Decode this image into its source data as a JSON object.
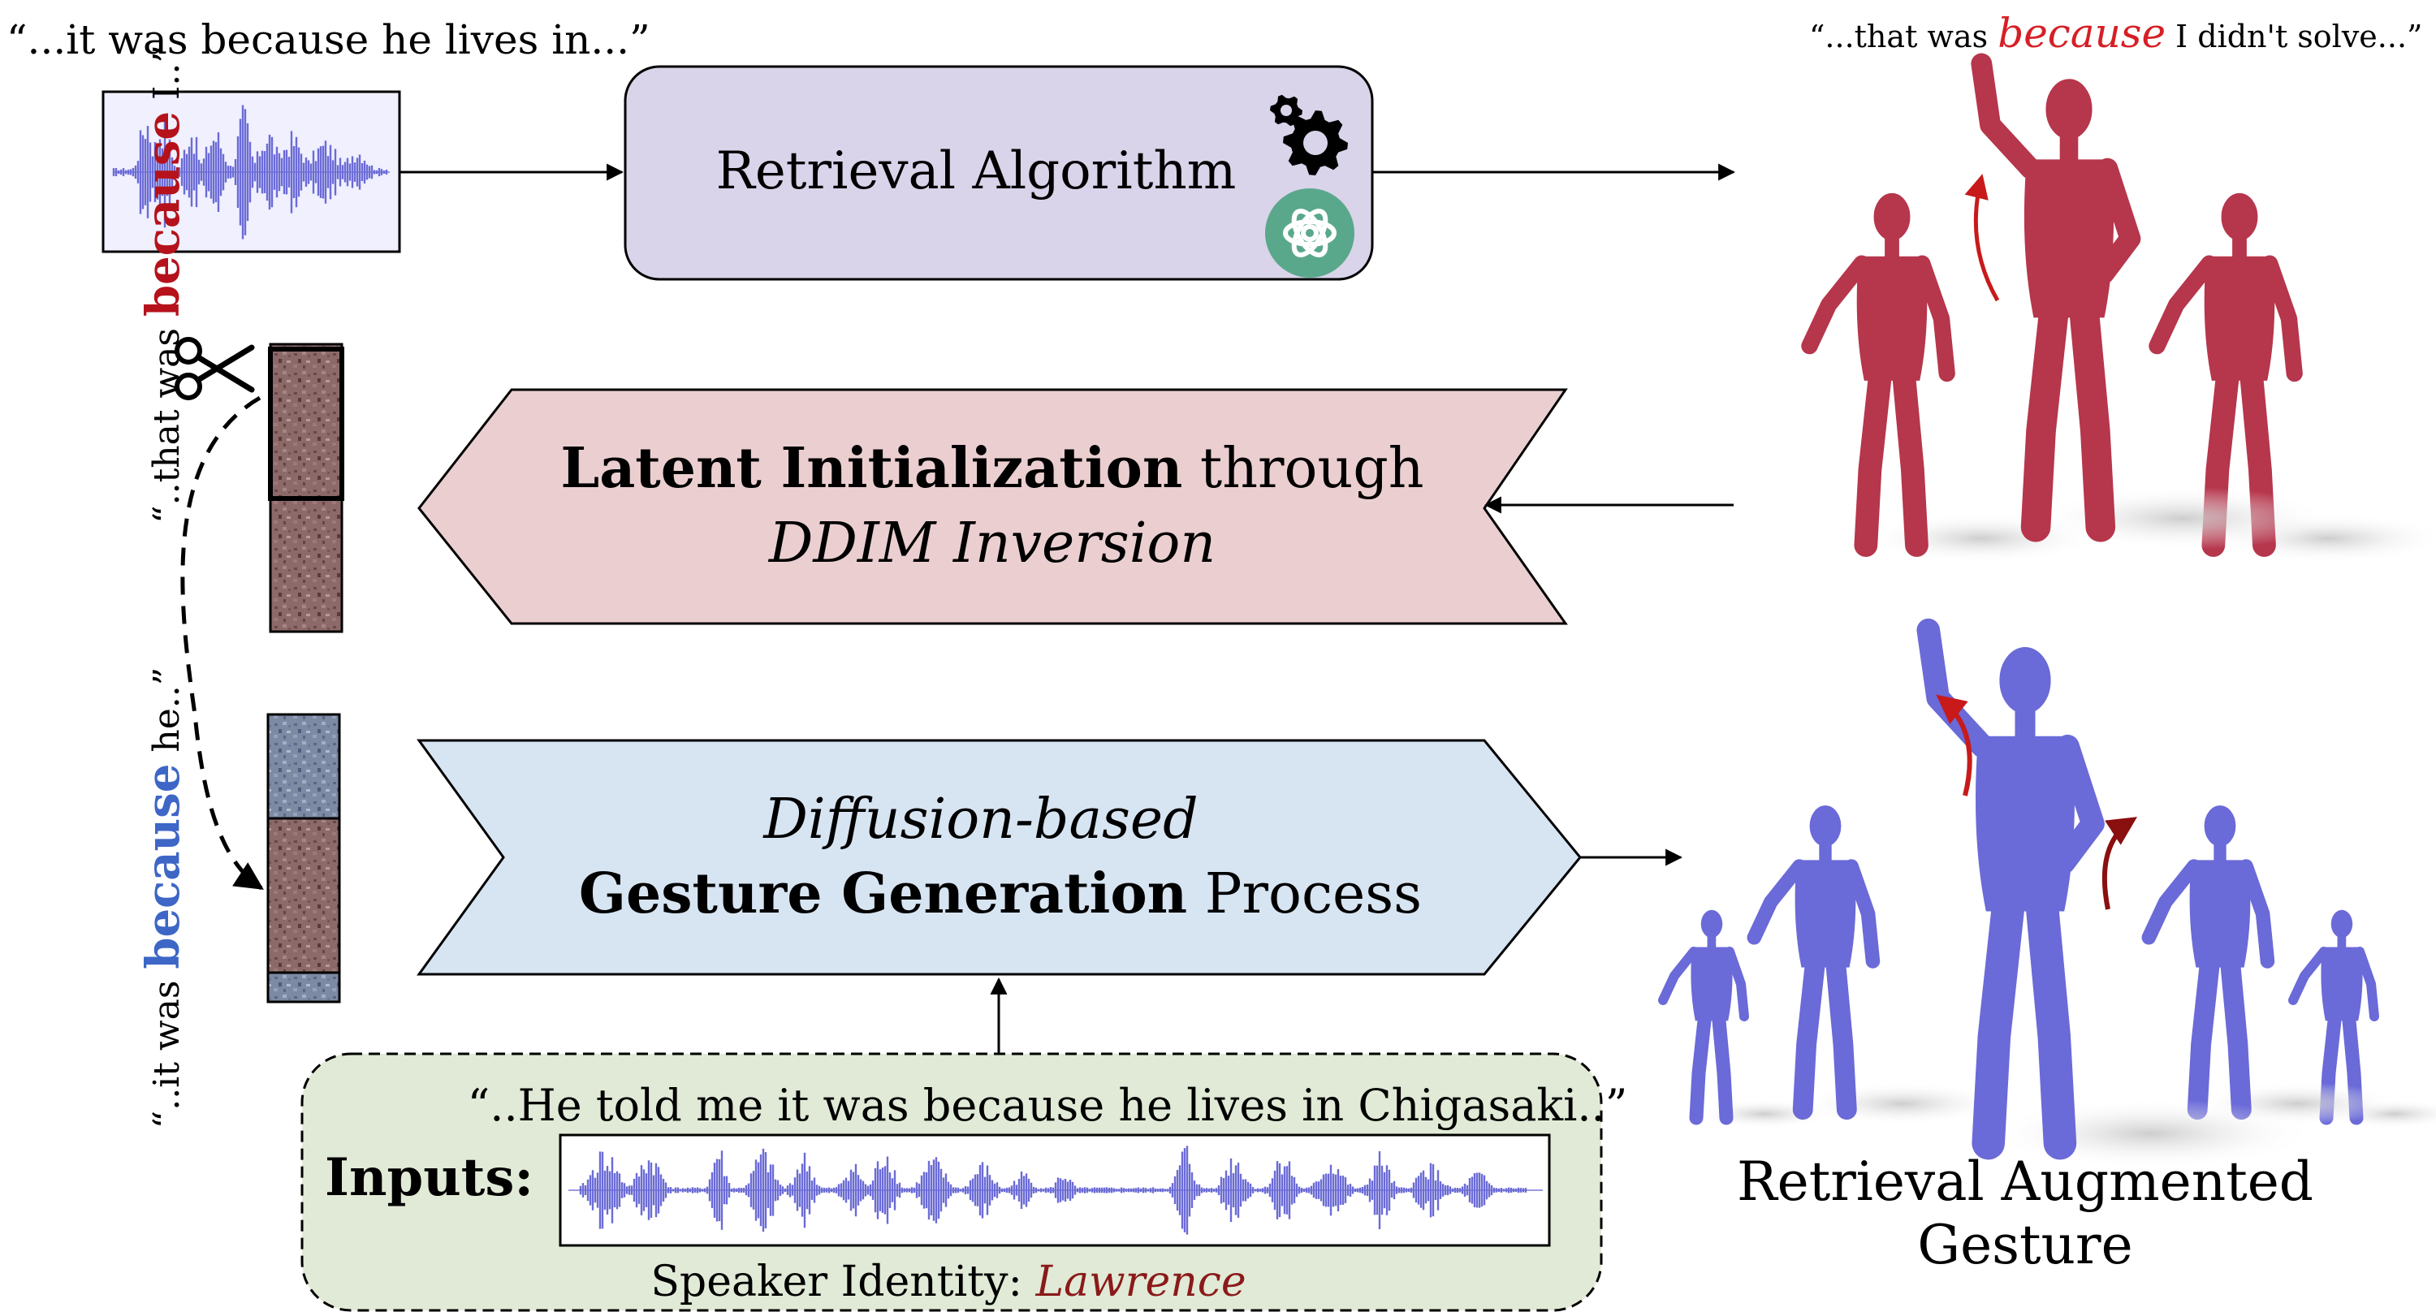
{
  "source_audio": {
    "quote": "“...it was because he lives in...”"
  },
  "retrieval": {
    "label": "Retrieval Algorithm",
    "gear_icon": "gears-icon",
    "llm_icon": "openai-logo-icon",
    "box_fill": "#d9d4ea"
  },
  "retrieved_gesture": {
    "quote_prefix": "“...that was ",
    "quote_keyword": "because",
    "quote_suffix": " I didn't solve...”",
    "keyword_color": "#d61f26",
    "figure_color": "#b6364c"
  },
  "latent_init": {
    "line1_bold": "Latent Initialization",
    "line1_rest": " through",
    "line2_italic": "DDIM Inversion",
    "fill": "#ebcfd0"
  },
  "generation": {
    "line1_italic": "Diffusion-based",
    "line2_bold": "Gesture Generation",
    "line2_rest": " Process",
    "fill": "#d7e4f2"
  },
  "vertical_labels": {
    "upper_prefix": "“..that was ",
    "upper_keyword": "because",
    "upper_suffix": " I..”",
    "upper_color": "#b5121b",
    "lower_prefix": "“..it was ",
    "lower_keyword": "because",
    "lower_suffix": " he..”",
    "lower_color": "#3d66c6",
    "scissors_icon": "scissors-icon"
  },
  "inputs": {
    "label": "Inputs:",
    "quote": "“..He told me it was because he lives in Chigasaki..”",
    "speaker_label": "Speaker Identity: ",
    "speaker_name": "Lawrence",
    "speaker_color": "#8a1a1a",
    "panel_fill": "#e1ead6"
  },
  "output": {
    "line1": "Retrieval Augmented",
    "line2": "Gesture",
    "figure_color": "#6a6ad8"
  }
}
